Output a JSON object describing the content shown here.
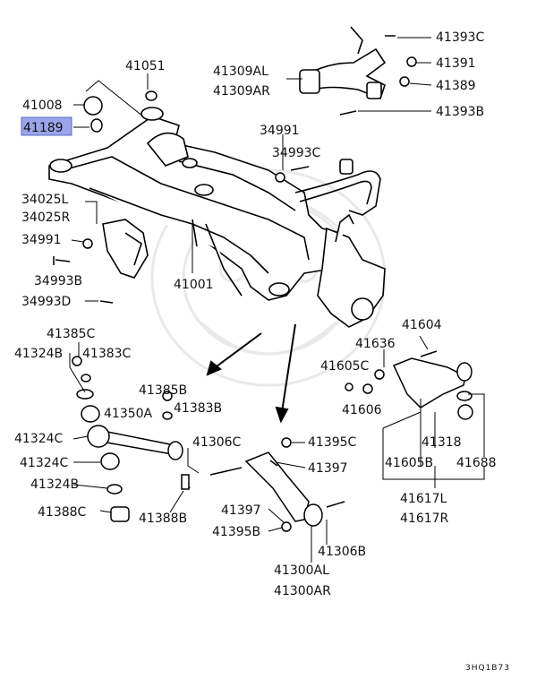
{
  "highlight_color": "#6f7fe0",
  "labels": [
    {
      "id": "p41051",
      "text": "41051"
    },
    {
      "id": "p41008",
      "text": "41008"
    },
    {
      "id": "p41189",
      "text": "41189"
    },
    {
      "id": "p41309AL",
      "text": "41309AL"
    },
    {
      "id": "p41309AR",
      "text": "41309AR"
    },
    {
      "id": "p41393C",
      "text": "41393C"
    },
    {
      "id": "p41391",
      "text": "41391"
    },
    {
      "id": "p41389",
      "text": "41389"
    },
    {
      "id": "p41393B",
      "text": "41393B"
    },
    {
      "id": "p34991a",
      "text": "34991"
    },
    {
      "id": "p34993C",
      "text": "34993C"
    },
    {
      "id": "p34025L",
      "text": "34025L"
    },
    {
      "id": "p34025R",
      "text": "34025R"
    },
    {
      "id": "p34991b",
      "text": "34991"
    },
    {
      "id": "p34993B",
      "text": "34993B"
    },
    {
      "id": "p34993D",
      "text": "34993D"
    },
    {
      "id": "p41001",
      "text": "41001"
    },
    {
      "id": "p41385C",
      "text": "41385C"
    },
    {
      "id": "p41324B",
      "text": "41324B"
    },
    {
      "id": "p41383C",
      "text": "41383C"
    },
    {
      "id": "p41604",
      "text": "41604"
    },
    {
      "id": "p41636",
      "text": "41636"
    },
    {
      "id": "p41605C",
      "text": "41605C"
    },
    {
      "id": "p41606",
      "text": "41606"
    },
    {
      "id": "p41385B",
      "text": "41385B"
    },
    {
      "id": "p41350A",
      "text": "41350A"
    },
    {
      "id": "p41383B",
      "text": "41383B"
    },
    {
      "id": "p41324Ca",
      "text": "41324C"
    },
    {
      "id": "p41306C",
      "text": "41306C"
    },
    {
      "id": "p41395C",
      "text": "41395C"
    },
    {
      "id": "p41318",
      "text": "41318"
    },
    {
      "id": "p41324Cb",
      "text": "41324C"
    },
    {
      "id": "p41397a",
      "text": "41397"
    },
    {
      "id": "p41605B",
      "text": "41605B"
    },
    {
      "id": "p41688",
      "text": "41688"
    },
    {
      "id": "p41324Bb",
      "text": "41324B"
    },
    {
      "id": "p41617L",
      "text": "41617L"
    },
    {
      "id": "p41617R",
      "text": "41617R"
    },
    {
      "id": "p41388C",
      "text": "41388C"
    },
    {
      "id": "p41388B",
      "text": "41388B"
    },
    {
      "id": "p41397b",
      "text": "41397"
    },
    {
      "id": "p41395B",
      "text": "41395B"
    },
    {
      "id": "p41306B",
      "text": "41306B"
    },
    {
      "id": "p41300AL",
      "text": "41300AL"
    },
    {
      "id": "p41300AR",
      "text": "41300AR"
    }
  ],
  "diagram_code": "3HQ1B73"
}
